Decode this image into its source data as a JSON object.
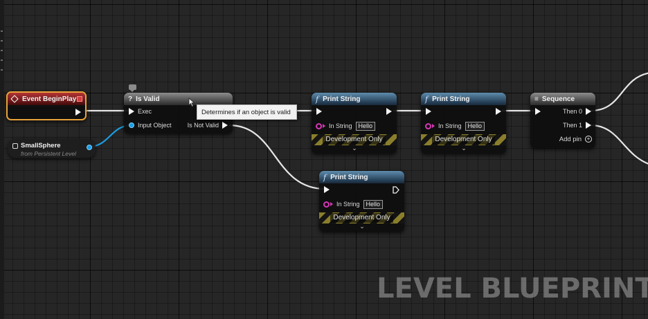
{
  "event_node": {
    "title": "Event BeginPlay"
  },
  "variable_node": {
    "title": "SmallSphere",
    "subtitle": "from Persistent Level"
  },
  "is_valid_node": {
    "title": "Is Valid",
    "pins": {
      "exec": "Exec",
      "input_object": "Input Object",
      "not_valid": "Is Not Valid"
    }
  },
  "tooltip": {
    "text": "Determines if an object is valid"
  },
  "print_nodes": [
    {
      "title": "Print String",
      "in_string_label": "In String",
      "in_string_value": "Hello",
      "dev_label": "Development Only"
    },
    {
      "title": "Print String",
      "in_string_label": "In String",
      "in_string_value": "Hello",
      "dev_label": "Development Only"
    },
    {
      "title": "Print String",
      "in_string_label": "In String",
      "in_string_value": "Hello",
      "dev_label": "Development Only"
    }
  ],
  "sequence_node": {
    "title": "Sequence",
    "then0": "Then 0",
    "then1": "Then 1",
    "add_pin": "Add pin"
  },
  "watermark": "LEVEL BLUEPRINT",
  "icons": {
    "function": "function-icon",
    "is_valid": "question-icon",
    "sequence": "sequence-icon",
    "event": "event-diamond-icon",
    "variable": "sphere-variable-icon"
  },
  "colors": {
    "exec_wire": "#e8e8e8",
    "object_wire": "#1c9ee2",
    "string_pin": "#d838b6",
    "event_border": "#e8a33a",
    "print_header": "#4a7393",
    "dev_stripe": "#8a7e2c"
  }
}
